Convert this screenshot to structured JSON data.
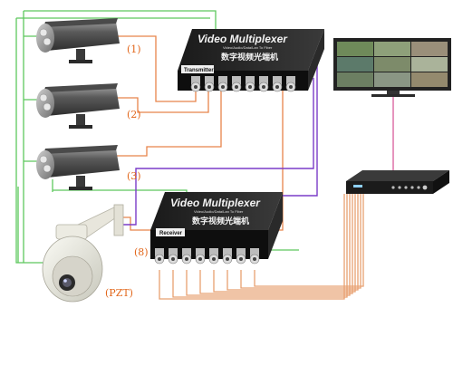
{
  "transmitter": {
    "title": "Video Multiplexer",
    "subtitle": "Video/Audio/Data/Lan To Fiber",
    "chinese_name": "数字视频光端机",
    "tag": "Transmitter"
  },
  "receiver": {
    "title": "Video Multiplexer",
    "subtitle": "Video/Audio/Data/Lan To Fiber",
    "chinese_name": "数字视频光端机",
    "tag": "Receiver"
  },
  "cameras": [
    {
      "label": "(1)"
    },
    {
      "label": "(2)"
    },
    {
      "label": "(3)"
    }
  ],
  "ptz_camera": {
    "channel_label": "(8)",
    "type_label": "(PZT)"
  },
  "colors": {
    "power_line": "#5ec85e",
    "video_cable": "#e8844a",
    "fiber_cable": "#7a3cc8",
    "monitor_link": "#d85c9a",
    "receiver_output": "#e8a070"
  },
  "icons": [
    "bullet-camera-icon",
    "ptz-dome-camera-icon",
    "monitor-icon",
    "dvr-icon"
  ]
}
